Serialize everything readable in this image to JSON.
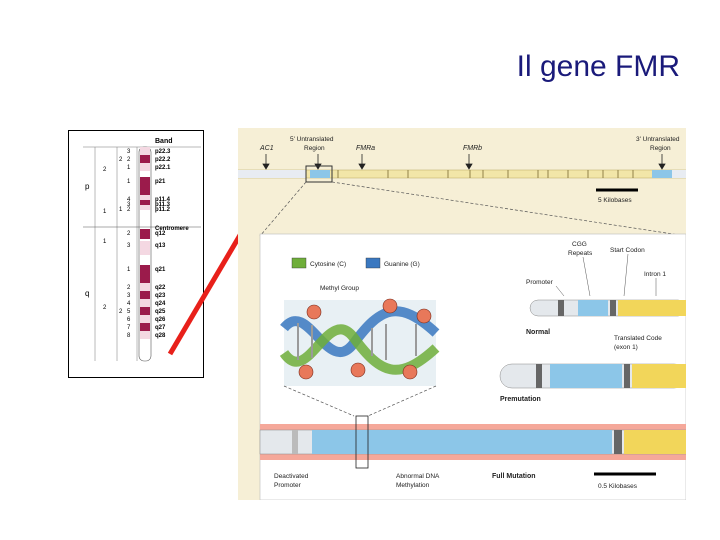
{
  "slide": {
    "title": "Il gene FMR"
  },
  "chromosome": {
    "band_header": "Band",
    "arm_p": "p",
    "arm_q": "q",
    "centromere_label": "Centromere",
    "bands": [
      {
        "label": "p22.3",
        "c1": "",
        "c2": "3"
      },
      {
        "label": "p22.2",
        "c1": "2",
        "c2": "2"
      },
      {
        "label": "p22.1",
        "c1": "",
        "c2": "1"
      },
      {
        "label": "p21",
        "c1": "",
        "c2": "1"
      },
      {
        "label": "p11.4",
        "c1": "",
        "c2": "4"
      },
      {
        "label": "p11.3",
        "c1": "",
        "c2": "3"
      },
      {
        "label": "p11.2",
        "c1": "1",
        "c2": "2"
      },
      {
        "label": "q12",
        "c1": "",
        "c2": "2"
      },
      {
        "label": "q13",
        "c1": "",
        "c2": "3"
      },
      {
        "label": "q21",
        "c1": "",
        "c2": "1"
      },
      {
        "label": "q22",
        "c1": "",
        "c2": "2"
      },
      {
        "label": "q23",
        "c1": "",
        "c2": "3"
      },
      {
        "label": "q24",
        "c1": "",
        "c2": "4"
      },
      {
        "label": "q25",
        "c1": "2",
        "c2": "5"
      },
      {
        "label": "q26",
        "c1": "",
        "c2": "6"
      },
      {
        "label": "q27",
        "c1": "",
        "c2": "7"
      },
      {
        "label": "q28",
        "c1": "",
        "c2": "8"
      }
    ],
    "region_numbers": {
      "p2": "2",
      "p1": "1",
      "q1": "1",
      "q2": "2"
    }
  },
  "gene_map": {
    "label_ac1": "AC1",
    "label_5utr": "5' Untranslated\nRegion",
    "label_fmra": "FMRa",
    "label_fmrb": "FMRb",
    "label_3utr": "3' Untranslated\nRegion",
    "scale_top": "5 Kilobases"
  },
  "detail": {
    "legend_cytosine": "Cytosine (C)",
    "legend_guanine": "Guanine (G)",
    "methyl_group": "Methyl Group",
    "cgg_repeats": "CGG\nRepeats",
    "start_codon": "Start Codon",
    "promoter": "Promoter",
    "intron1": "Intron 1",
    "normal": "Normal",
    "translated_code": "Translated Code\n(exon 1)",
    "premutation": "Premutation",
    "deactivated_promoter": "Deactivated\nPromoter",
    "abnormal_dna": "Abnormal DNA\nMethylation",
    "full_mutation": "Full Mutation",
    "scale_bottom": "0.5 Kilobases"
  },
  "colors": {
    "title": "#1a1a7a",
    "arrow": "#e8201a",
    "figure_bg": "#f6efd6",
    "cytosine": "#6fae3a",
    "guanine": "#3a78c0",
    "exon_yellow": "#f2d65a",
    "repeat_blue": "#8cc6e8",
    "band_dark": "#9b1b4b"
  }
}
